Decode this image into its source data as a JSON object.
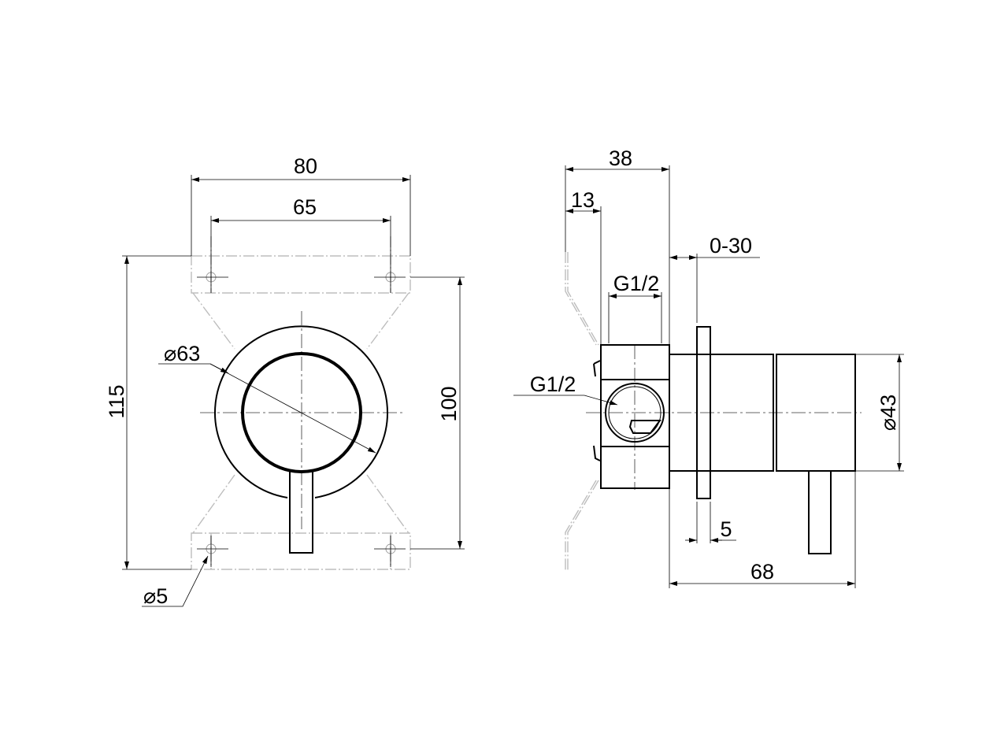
{
  "front_view": {
    "width_outer": "80",
    "width_holes": "65",
    "height_outer": "115",
    "height_holes": "100",
    "rosette_diameter": "63",
    "hole_diameter": "5",
    "diameter_symbol": "⌀"
  },
  "side_view": {
    "overall_depth": "38",
    "rear_offset": "13",
    "adjust_range": "0-30",
    "thread_top": "G1/2",
    "thread_side": "G1/2",
    "body_diameter": "43",
    "flange_thickness": "5",
    "projection": "68",
    "diameter_symbol": "⌀"
  }
}
